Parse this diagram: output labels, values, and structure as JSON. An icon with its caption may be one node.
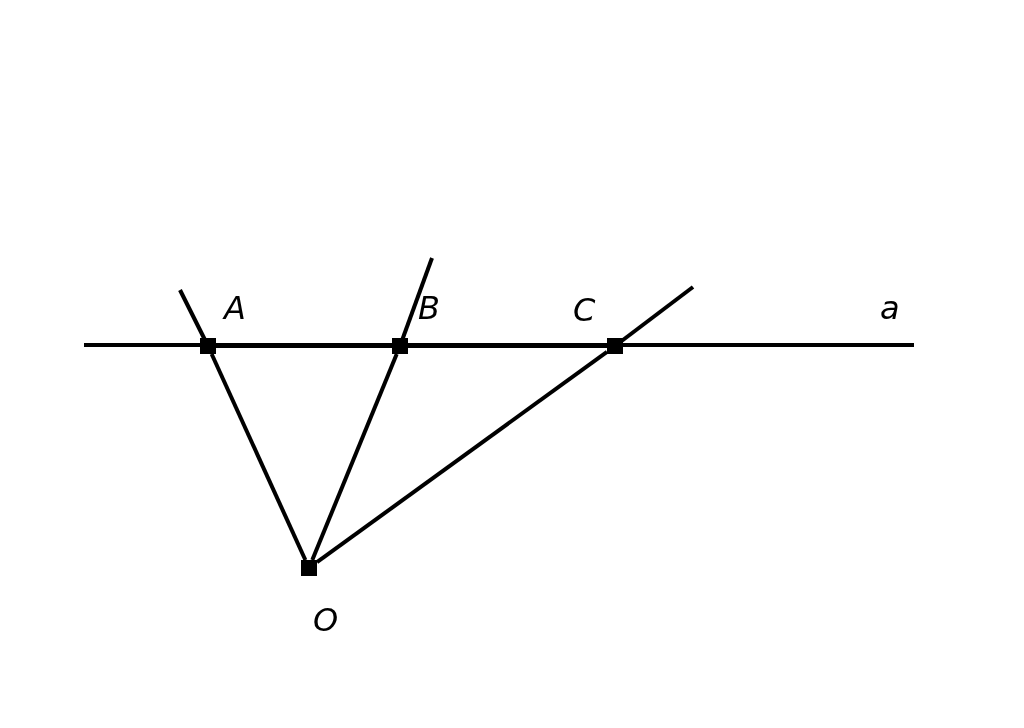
{
  "diagram": {
    "nodes": [
      {
        "text": [
          "A"
        ]
      },
      {
        "text": [
          "B"
        ]
      },
      {
        "text": [
          "C"
        ]
      },
      {
        "text": [
          "O"
        ]
      }
    ],
    "edges": [
      {
        "from": 3,
        "to": 0,
        "arrow": "none"
      },
      {
        "from": 3,
        "to": 1,
        "arrow": "none"
      },
      {
        "from": 3,
        "to": 2,
        "arrow": "none"
      },
      {
        "from": 0,
        "to": 1,
        "arrow": "none"
      },
      {
        "from": 1,
        "to": 2,
        "arrow": "none"
      }
    ],
    "labels": [
      "a"
    ]
  }
}
